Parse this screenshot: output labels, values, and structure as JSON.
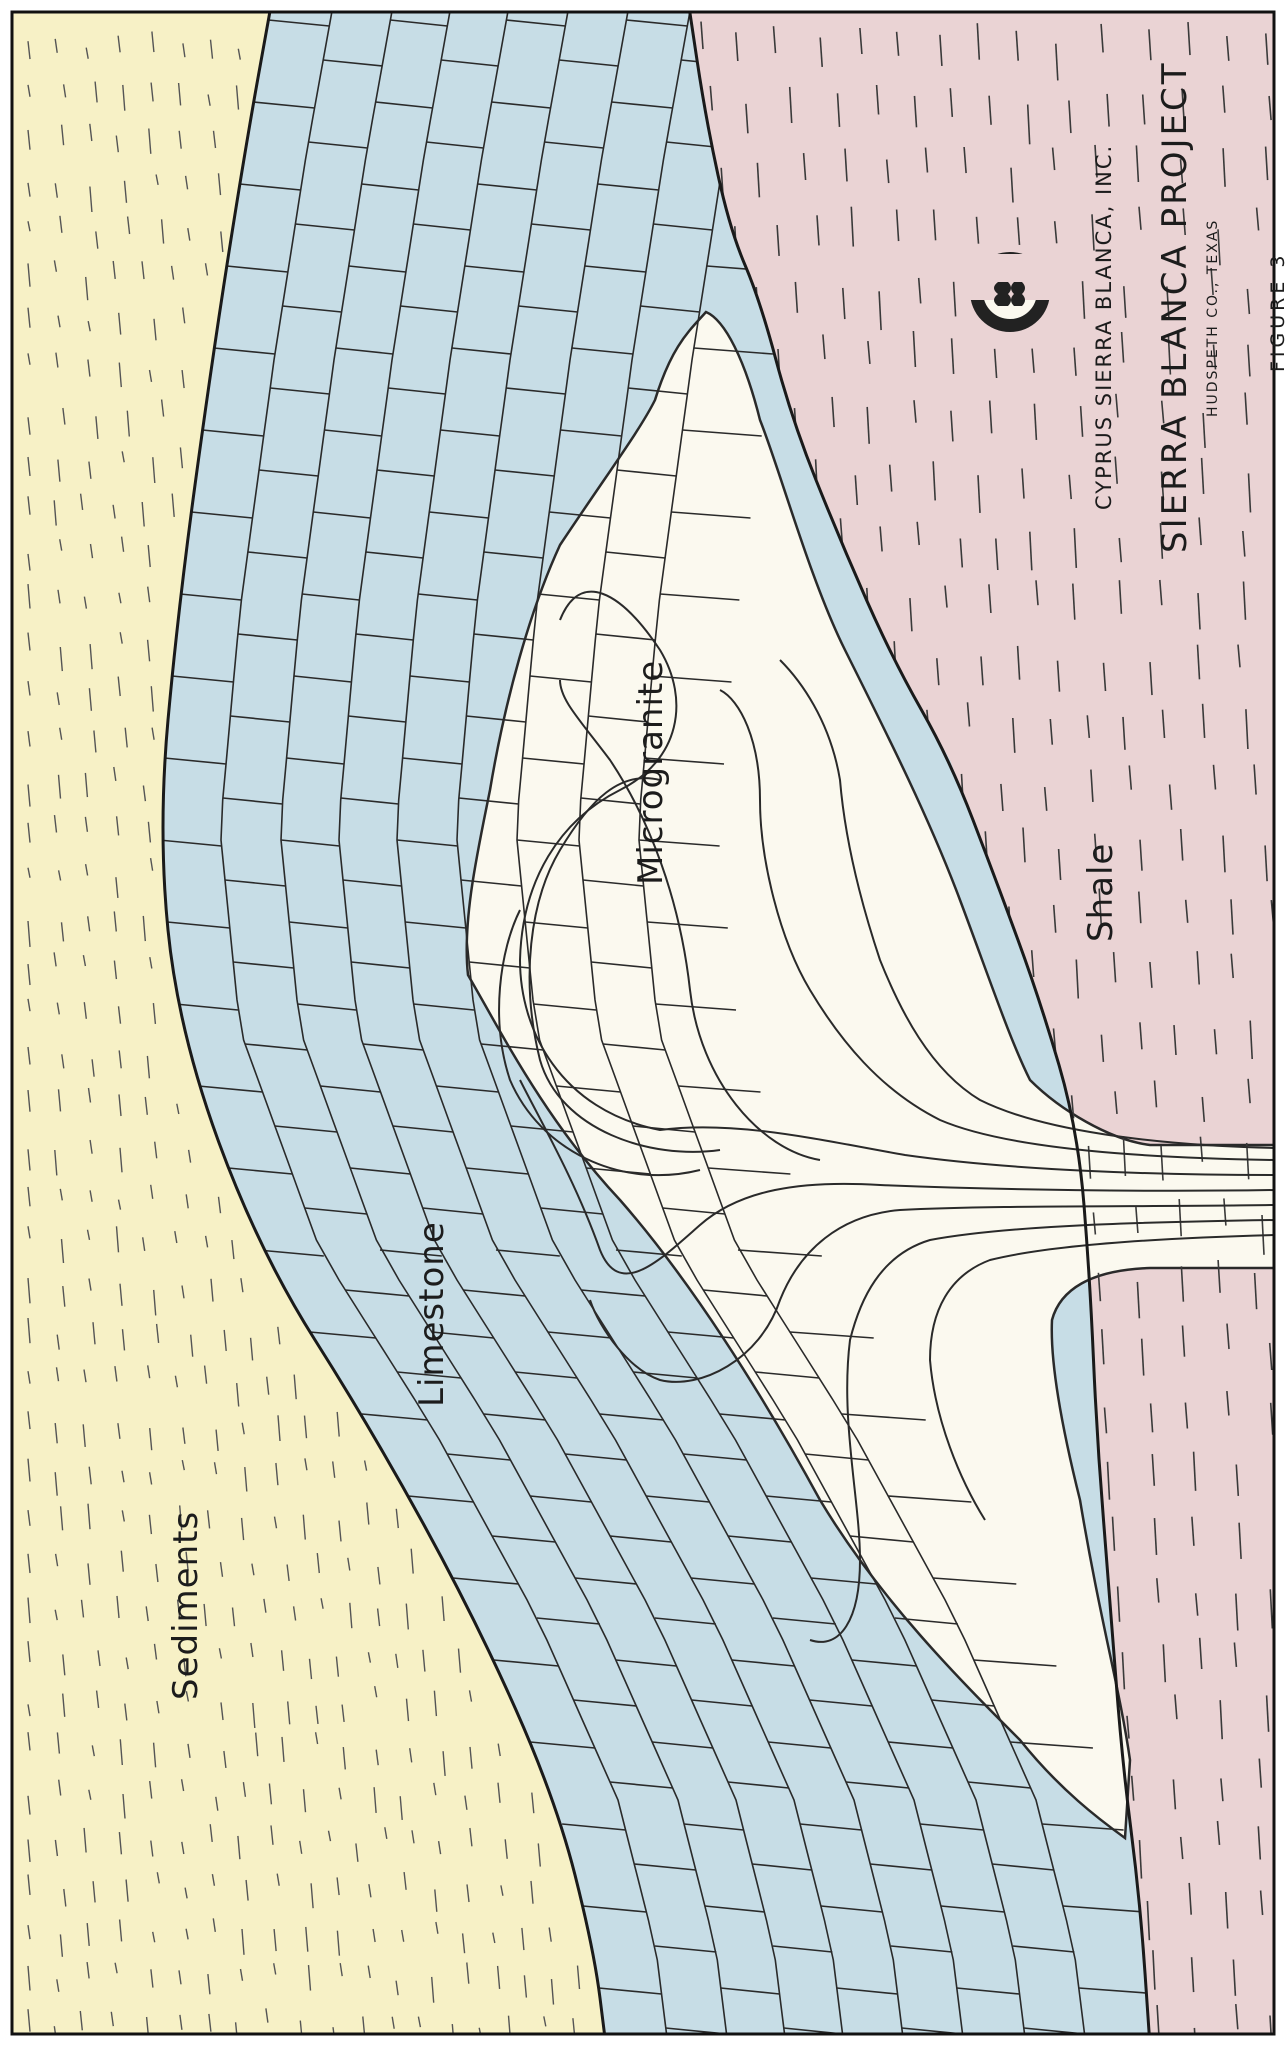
{
  "diagram": {
    "units": {
      "sediments": "Sediments",
      "limestone": "Limestone",
      "microgranite": "Microgranite",
      "shale": "Shale"
    },
    "title_block": {
      "company": "CYPRUS SIERRA BLANCA, INC.",
      "project": "SIERRA BLANCA PROJECT",
      "location": "HUDSPETH CO., TEXAS",
      "figure": "FIGURE 3"
    },
    "colors": {
      "sediments": "#f7f1c6",
      "limestone": "#c7dde6",
      "microgranite": "#fbf9ef",
      "shale": "#ead3d4",
      "lines": "#2a2a2a"
    },
    "icons": [
      "company-logo-icon"
    ]
  }
}
